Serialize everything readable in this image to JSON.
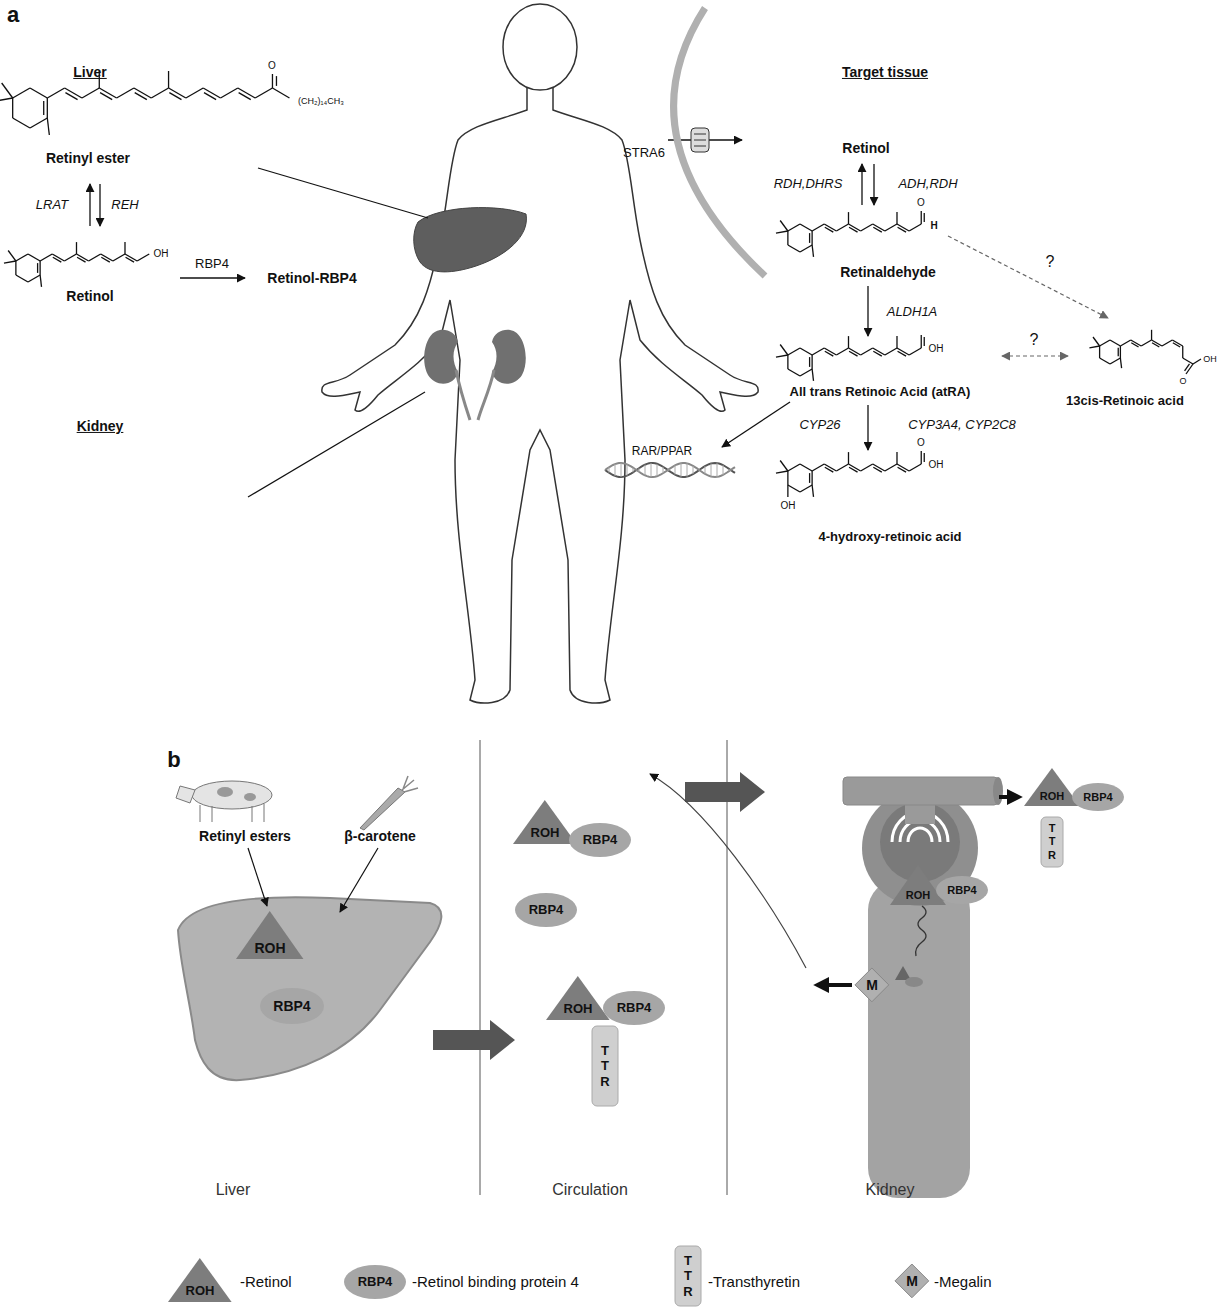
{
  "diagram": {
    "nodes": [
      {
        "text": [
          "ROH"
        ]
      },
      {
        "text": [
          "RBP4"
        ]
      },
      {
        "text": [
          "ROH"
        ]
      },
      {
        "text": [
          "RBP4"
        ]
      },
      {
        "text": [
          "RBP4"
        ]
      },
      {
        "text": [
          "ROH"
        ]
      },
      {
        "text": [
          "RBP4"
        ]
      },
      {
        "text": [
          "T T R"
        ]
      },
      {
        "text": [
          "ROH"
        ]
      },
      {
        "text": [
          "RBP4"
        ]
      },
      {
        "text": [
          "T T R"
        ]
      },
      {
        "text": [
          "ROH"
        ]
      },
      {
        "text": [
          "RBP4"
        ]
      },
      {
        "text": [
          "M"
        ]
      },
      {
        "text": [
          "ROH"
        ]
      },
      {
        "text": [
          "RBP4"
        ]
      },
      {
        "text": [
          "T T R"
        ]
      },
      {
        "text": [
          "M"
        ]
      }
    ],
    "labels": [
      "a",
      "Liver",
      "O",
      "(CH₂)₁₄CH₃",
      "Retinyl ester",
      "LRAT",
      "REH",
      "OH",
      "Retinol",
      "RBP4",
      "Retinol-RBP4",
      "Kidney",
      "Target tissue",
      "STRA6",
      "Retinol",
      "RDH,DHRS",
      "ADH,RDH",
      "O",
      "H",
      "Retinaldehyde",
      "?",
      "ALDH1A",
      "OH",
      "All trans Retinoic Acid (atRA)",
      "?",
      "O",
      "OH",
      "13cis-Retinoic acid",
      "CYP26",
      "CYP3A4, CYP2C8",
      "O",
      "OH",
      "OH",
      "4-hydroxy-retinoic acid",
      "RAR/PPAR",
      "b",
      "Retinyl esters",
      "β-carotene",
      "Liver",
      "Circulation",
      "Kidney"
    ],
    "legend": [
      {
        "text": "-Retinol"
      },
      {
        "text": "-Retinol binding protein 4"
      },
      {
        "text": "-Transthyretin"
      },
      {
        "text": "-Megalin"
      }
    ]
  }
}
